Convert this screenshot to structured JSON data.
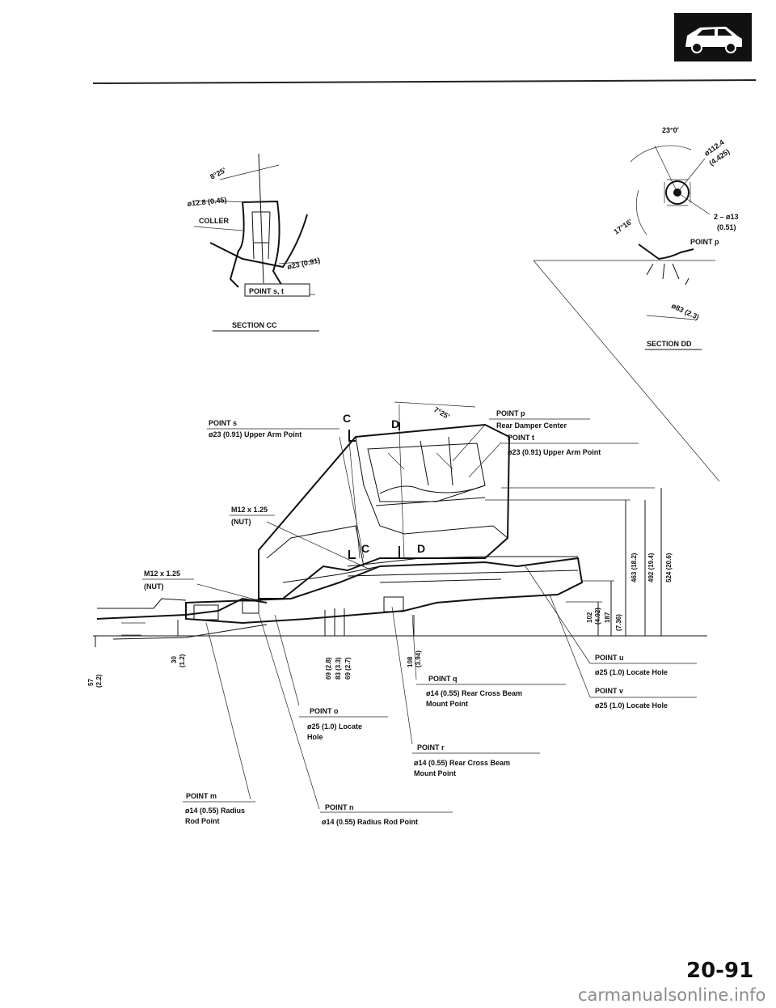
{
  "header": {
    "icon": "car-icon"
  },
  "section_cc": {
    "angle": "8°25'",
    "dia1": "ø12.8 (0.45)",
    "coller": "COLLER",
    "dia2": "ø23 (0.91)",
    "point": "POINT s, t",
    "title": "SECTION CC"
  },
  "section_dd": {
    "angle1": "23°0'",
    "dia1a": "ø112.4",
    "dia1b": "(4.425)",
    "bolt_a": "2 – ø13",
    "bolt_b": "(0.51)",
    "angle2": "17°16'",
    "point": "POINT p",
    "dia2": "ø83 (2.3)",
    "title": "SECTION DD"
  },
  "main": {
    "angle": "7°25'",
    "sec_c": "C",
    "sec_d": "D",
    "point_s": "POINT s",
    "point_s_desc": "ø23 (0.91) Upper Arm Point",
    "point_p": "POINT p",
    "point_p_desc": "Rear Damper Center",
    "point_t": "POINT t",
    "point_t_desc": "ø23 (0.91) Upper Arm Point",
    "nut1a": "M12 x 1.25",
    "nut1b": "(NUT)",
    "nut2a": "M12 x 1.25",
    "nut2b": "(NUT)",
    "dims_right": [
      "463 (18.2)",
      "492 (19.4)",
      "524 (20.6)"
    ],
    "dim_187": "187",
    "dim_187b": "(7.36)",
    "dim_102": "102",
    "dim_102b": "(4.02)",
    "dims_mid": [
      "69 (2.8)",
      "83 (3.3)",
      "69 (2.7)"
    ],
    "dim_108": "108",
    "dim_108b": "(3.94)",
    "dim_30": "30",
    "dim_30b": "(1.2)",
    "dim_57": "57",
    "dim_57b": "(2.2)",
    "point_u": "POINT u",
    "point_u_desc": "ø25 (1.0) Locate Hole",
    "point_v": "POINT v",
    "point_v_desc": "ø25 (1.0) Locate Hole",
    "point_q": "POINT q",
    "point_q_desc1": "ø14 (0.55) Rear Cross Beam",
    "point_q_desc2": "Mount Point",
    "point_o": "POINT o",
    "point_o_desc1": "ø25 (1.0) Locate",
    "point_o_desc2": "Hole",
    "point_r": "POINT r",
    "point_r_desc1": "ø14 (0.55) Rear Cross Beam",
    "point_r_desc2": "Mount Point",
    "point_m": "POINT m",
    "point_m_desc1": "ø14 (0.55) Radius",
    "point_m_desc2": "Rod Point",
    "point_n": "POINT n",
    "point_n_desc": "ø14 (0.55) Radius Rod Point"
  },
  "footer": {
    "page_number": "20-91",
    "watermark": "carmanualsonline.info"
  }
}
